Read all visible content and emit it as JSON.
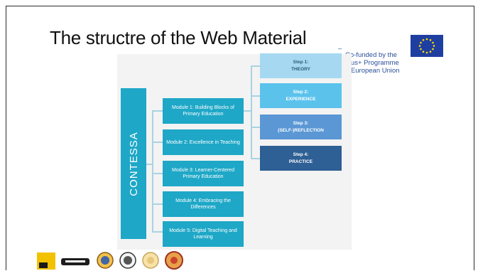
{
  "slide": {
    "title": "The structre of the Web Material",
    "eu_text": "Co-funded by the\nmus+ Programme\ne European Union"
  },
  "diagram": {
    "root": "CONTESSA",
    "modules": [
      {
        "label": "Module 1: Building Blocks of Primary Education"
      },
      {
        "label": "Module 2: Excellence in Teaching"
      },
      {
        "label": "Module 3: Learner-Centered Primary Education"
      },
      {
        "label": "Module 4: Embracing the Differences"
      },
      {
        "label": "Module 5: Digital Teaching and Learning"
      }
    ],
    "steps": [
      {
        "step": "Step 1:",
        "name": "THEORY",
        "color": "#a6d9f1",
        "text_color": "#2b5a7a"
      },
      {
        "step": "Step 2:",
        "name": "EXPERIENCE",
        "color": "#5bc2ec",
        "text_color": "#ffffff"
      },
      {
        "step": "Step 3:",
        "name": "(SELF-)REFLECTION",
        "color": "#5a97d4",
        "text_color": "#ffffff"
      },
      {
        "step": "Step 4:",
        "name": "PRACTICE",
        "color": "#2e5f95",
        "text_color": "#ffffff"
      }
    ]
  },
  "colors": {
    "module": "#1ea7c7",
    "connector": "#a9d3e2",
    "eu_flag": "#1f3fa0",
    "eu_star": "#ffdd00"
  },
  "logos": [
    "university-logo",
    "partner-logo",
    "seal-logo-1",
    "seal-logo-2",
    "seal-logo-3",
    "seal-logo-4"
  ]
}
